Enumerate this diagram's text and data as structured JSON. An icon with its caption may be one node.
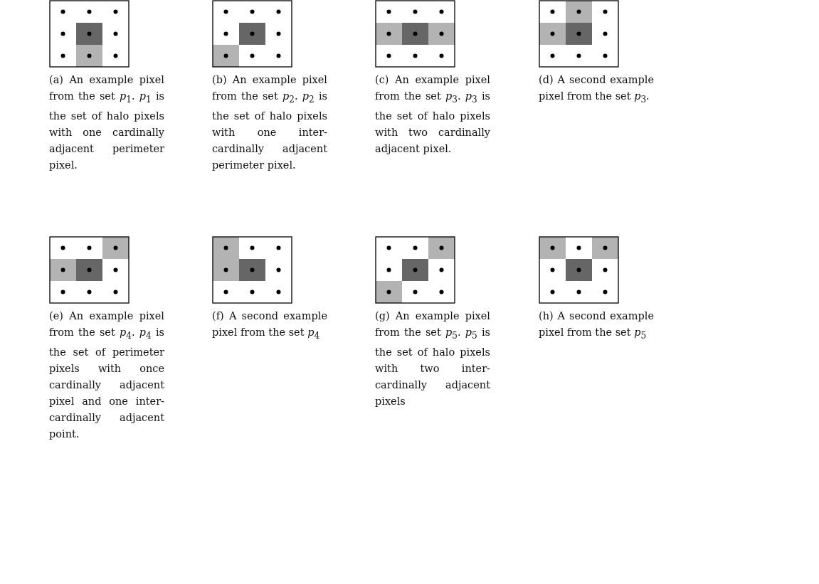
{
  "diagram": {
    "labels": [
      "(a) An example pixel from the set *p*$_{1}$. *p*$_{1}$ is the set of halo pixels with one cardinally adjacent perimeter pixel.",
      "(b) An example pixel from the set *p*$_{2}$. *p*$_{2}$ is the set of halo pixels with one inter-cardinally adjacent perimeter pixel.",
      "(c) An example pixel from the set *p*$_{3}$. *p*$_{3}$ is the set of halo pixels with two cardinally adjacent pixel.",
      "(d) A second example pixel from the set *p*$_{3}$.",
      "(e) An example pixel from the set *p*$_{4}$. *p*$_{4}$ is the set of perimeter pixels with once cardinally adjacent pixel and one inter-cardinally adjacent point.",
      "(f) A second example pixel from the set *p*$_{4}$",
      "(g) An example pixel from the set *p*$_{5}$. *p*$_{5}$ is the set of halo pixels with two inter-cardinally adjacent pixels",
      "(h) A second example pixel from the set *p*$_{5}$"
    ]
  }
}
